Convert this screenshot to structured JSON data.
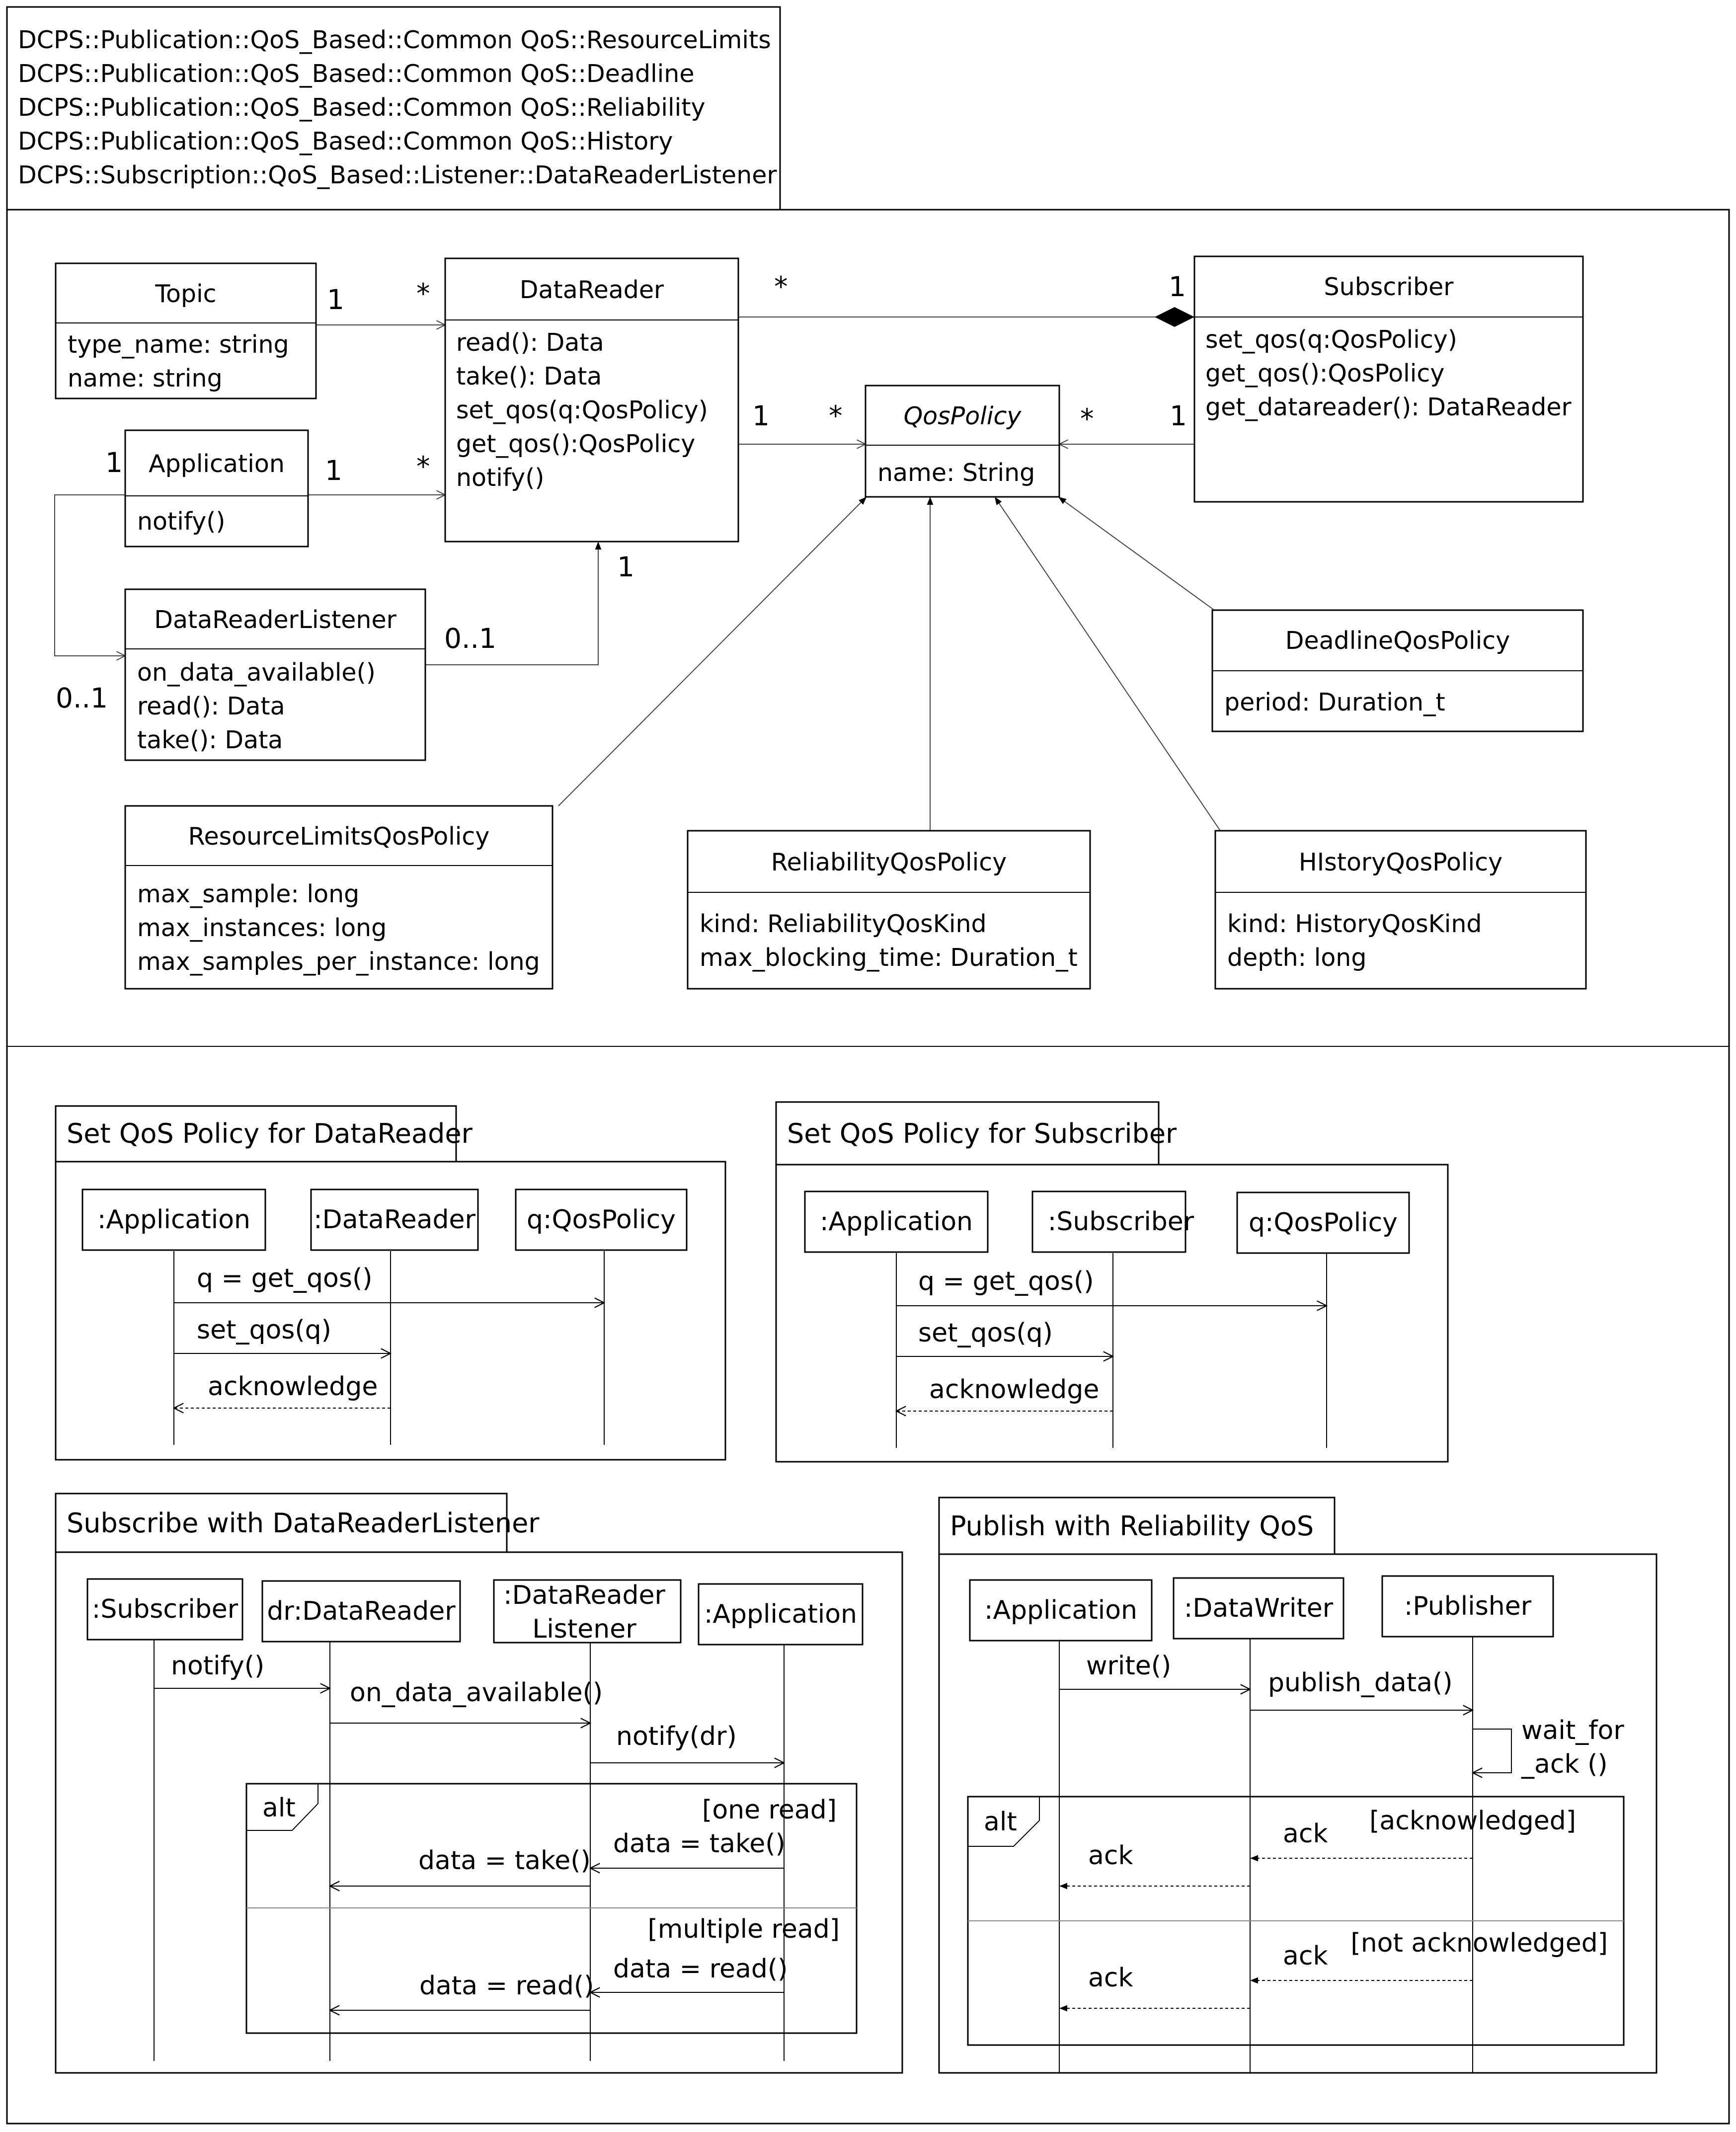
{
  "header": {
    "lines": [
      "DCPS::Publication::QoS_Based::Common QoS::ResourceLimits",
      "DCPS::Publication::QoS_Based::Common QoS::Deadline",
      "DCPS::Publication::QoS_Based::Common QoS::Reliability",
      "DCPS::Publication::QoS_Based::Common QoS::History",
      "DCPS::Subscription::QoS_Based::Listener::DataReaderListener"
    ]
  },
  "class_diagram": {
    "classes": {
      "topic": {
        "name": "Topic",
        "attrs": [
          "type_name: string",
          "name: string"
        ]
      },
      "datareader": {
        "name": "DataReader",
        "ops": [
          "read(): Data",
          "take(): Data",
          "set_qos(q:QosPolicy)",
          "get_qos():QosPolicy",
          "notify()"
        ]
      },
      "subscriber": {
        "name": "Subscriber",
        "ops": [
          "set_qos(q:QosPolicy)",
          "get_qos():QosPolicy",
          "get_datareader(): DataReader"
        ]
      },
      "qospolicy": {
        "name": "QosPolicy",
        "attrs": [
          "name: String"
        ]
      },
      "application": {
        "name": "Application",
        "ops": [
          "notify()"
        ]
      },
      "listener": {
        "name": "DataReaderListener",
        "ops": [
          "on_data_available()",
          "read(): Data",
          "take(): Data"
        ]
      },
      "deadline": {
        "name": "DeadlineQosPolicy",
        "attrs": [
          "period: Duration_t"
        ]
      },
      "resource": {
        "name": "ResourceLimitsQosPolicy",
        "attrs": [
          "max_sample: long",
          "max_instances: long",
          "max_samples_per_instance: long"
        ]
      },
      "reliability": {
        "name": "ReliabilityQosPolicy",
        "attrs": [
          "kind: ReliabilityQosKind",
          "max_blocking_time: Duration_t"
        ]
      },
      "history": {
        "name": "HIstoryQosPolicy",
        "attrs": [
          "kind: HistoryQosKind",
          "depth: long"
        ]
      }
    },
    "multiplicities": {
      "topic_one": "1",
      "topic_dr_many": "*",
      "dr_sub_many": "*",
      "sub_one": "1",
      "dr_one": "1",
      "qos_many": "*",
      "sub_qos_many": "*",
      "sub_q_one": "1",
      "app_one": "1",
      "app_dr_many": "*",
      "app_left_one": "1",
      "listener_dr_zero_one": "0..1",
      "dr_listener_one": "1",
      "app_listener_zero_one": "0..1"
    }
  },
  "seq_dr": {
    "title": "Set QoS Policy for DataReader",
    "lifelines": [
      ":Application",
      ":DataReader",
      "q:QosPolicy"
    ],
    "messages": [
      "q = get_qos()",
      "set_qos(q)",
      "acknowledge"
    ]
  },
  "seq_sub": {
    "title": "Set QoS Policy for Subscriber",
    "lifelines": [
      ":Application",
      ":Subscriber",
      "q:QosPolicy"
    ],
    "messages": [
      "q = get_qos()",
      "set_qos(q)",
      "acknowledge"
    ]
  },
  "seq_listener": {
    "title": "Subscribe with DataReaderListener",
    "lifelines": [
      ":Subscriber",
      "dr:DataReader",
      ":DataReader",
      "Listener",
      ":Application"
    ],
    "messages": [
      "notify()",
      "on_data_available()",
      "notify(dr)",
      "data = take()",
      "data = take()",
      "data = read()",
      "data = read()"
    ],
    "alt": {
      "label": "alt",
      "guard1": "[one read]",
      "guard2": "[multiple read]"
    }
  },
  "seq_publish": {
    "title": "Publish with Reliability QoS",
    "lifelines": [
      ":Application",
      ":DataWriter",
      ":Publisher"
    ],
    "messages": [
      "write()",
      "publish_data()",
      "wait_for",
      "_ack ()",
      "ack",
      "ack",
      "ack",
      "ack"
    ],
    "alt": {
      "label": "alt",
      "guard1": "[acknowledged]",
      "guard2": "[not acknowledged]"
    }
  }
}
